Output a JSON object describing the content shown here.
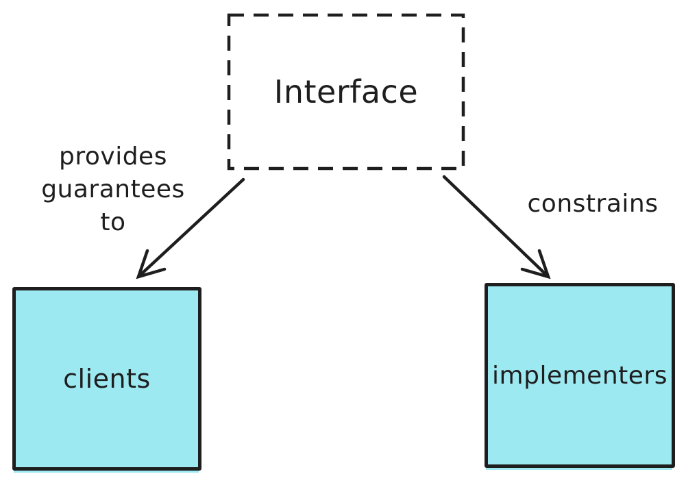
{
  "colors": {
    "stroke": "#1e1e1e",
    "node_fill": "#9de9f2",
    "background": "#ffffff"
  },
  "nodes": {
    "interface": {
      "label": "Interface"
    },
    "clients": {
      "label": "clients"
    },
    "implementers": {
      "label": "implementers"
    }
  },
  "edges": {
    "to_clients": {
      "label_lines": [
        "provides",
        "guarantees",
        "to"
      ]
    },
    "to_implementers": {
      "label": "constrains"
    }
  }
}
